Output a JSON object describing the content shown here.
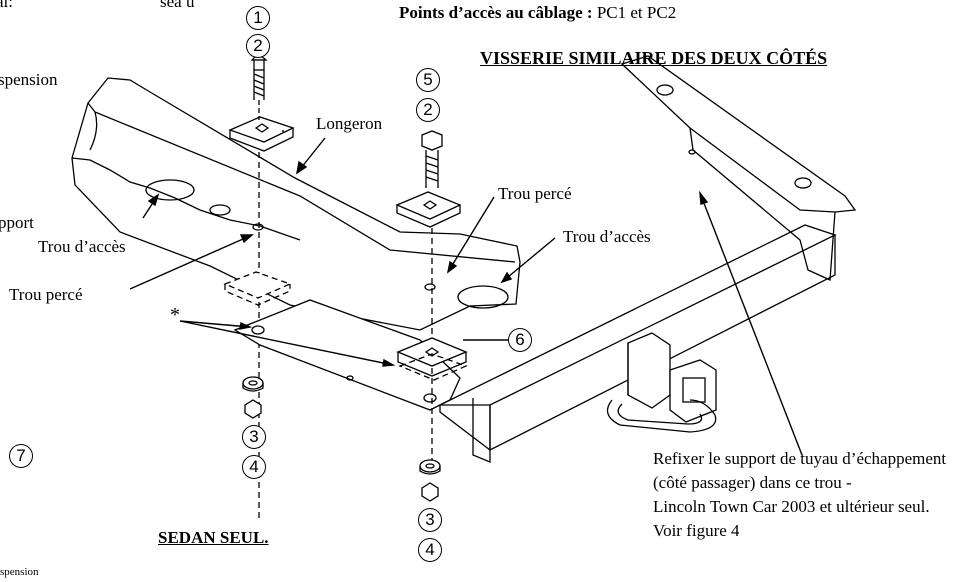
{
  "header": {
    "cut_top_left": "al:",
    "cut_top_mid": "sea u",
    "wiring_label": "Points d’accès au câblage :",
    "wiring_value": "PC1 et PC2",
    "title_similar": "VISSERIE SIMILAIRE DES DEUX CÔTÉS",
    "sedan_only": "SEDAN SEUL."
  },
  "left_cut": {
    "suspension": "spension",
    "support": "pport",
    "seven_partial": ")",
    "bottom": "spension"
  },
  "labels": {
    "longeron": "Longeron",
    "trou_acces_1": "Trou d’accès",
    "trou_perce_1": "Trou percé",
    "trou_perce_2": "Trou percé",
    "trou_acces_2": "Trou d’accès",
    "asterisk": "*"
  },
  "note": {
    "line1": "Refixer le support de tuyau d’échappement",
    "line2": "(côté passager) dans ce trou -",
    "line3": "Lincoln Town Car 2003 et ultérieur seul.",
    "line4": "Voir figure 4"
  },
  "callouts": {
    "c1": "1",
    "c2a": "2",
    "c5": "5",
    "c2b": "2",
    "c6": "6",
    "c3a": "3",
    "c4a": "4",
    "c3b": "3",
    "c4b": "4",
    "c7": "7"
  }
}
